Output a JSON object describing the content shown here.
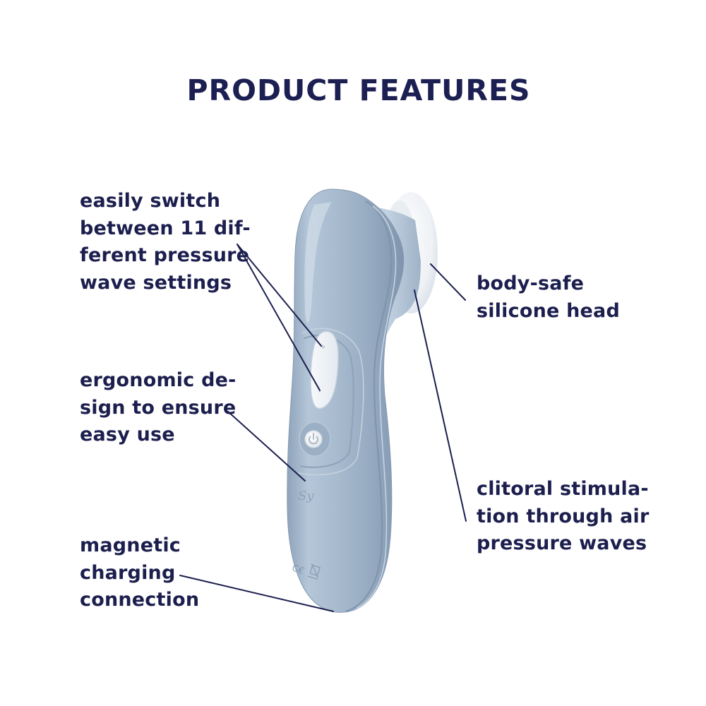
{
  "header": {
    "title": "PRODUCT FEATURES"
  },
  "colors": {
    "text": "#1c1f4e",
    "device_body": "#9fb3c9",
    "device_highlight": "#d6e1ec",
    "device_shadow": "#7d93ab",
    "silicone_head": "#eef1f4",
    "callout_line": "#1c1f4e",
    "background": "#ffffff"
  },
  "features": [
    {
      "id": "pressure-settings",
      "side": "left",
      "lines": [
        "easily switch",
        "between 11 dif-",
        "ferent pressure",
        "wave settings"
      ]
    },
    {
      "id": "ergonomic-design",
      "side": "left",
      "lines": [
        "ergonomic de-",
        "sign to ensure",
        "easy use"
      ]
    },
    {
      "id": "magnetic-charging",
      "side": "left",
      "lines": [
        "magnetic",
        "charging",
        "connection"
      ]
    },
    {
      "id": "silicone-head",
      "side": "right",
      "lines": [
        "body-safe",
        "silicone head"
      ]
    },
    {
      "id": "air-pressure",
      "side": "right",
      "lines": [
        "clitoral stimula-",
        "tion through air",
        "pressure waves"
      ]
    }
  ],
  "device": {
    "buttons": [
      "plus-button",
      "minus-button",
      "power-button"
    ],
    "logo_mark": "SY",
    "regulatory_marks": [
      "CE",
      "WEEE"
    ]
  }
}
